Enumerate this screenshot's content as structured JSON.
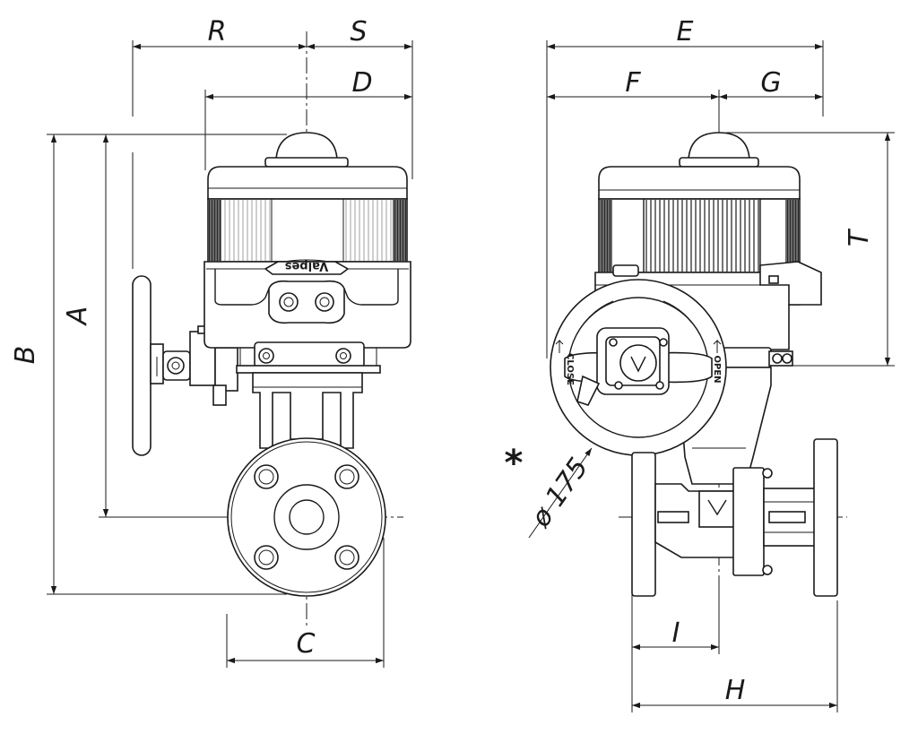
{
  "dimensions": {
    "R": "R",
    "S": "S",
    "D": "D",
    "E": "E",
    "F": "F",
    "G": "G",
    "T": "T",
    "A": "A",
    "B": "B",
    "C": "C",
    "I": "I",
    "H": "H"
  },
  "handwheel": {
    "diameter": "ø 175",
    "note_marker": "*",
    "close_label": "CLOSE",
    "open_label": "OPEN"
  },
  "branding": {
    "actuator_logo": "Valpes"
  }
}
